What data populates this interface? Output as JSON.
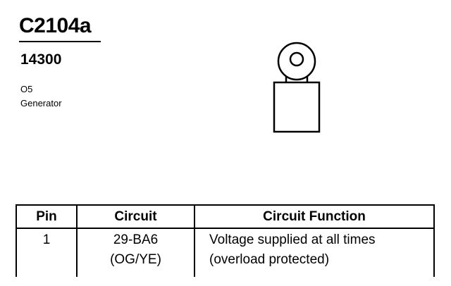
{
  "connector": {
    "id": "C2104a",
    "part_number": "14300",
    "location": "O5",
    "component": "Generator"
  },
  "table": {
    "headers": {
      "pin": "Pin",
      "circuit": "Circuit",
      "function": "Circuit Function"
    },
    "rows": [
      {
        "pin": "1",
        "circuit_code": "29-BA6",
        "circuit_color": "(OG/YE)",
        "function_line1": "Voltage supplied at all times",
        "function_line2": "(overload protected)"
      }
    ]
  }
}
